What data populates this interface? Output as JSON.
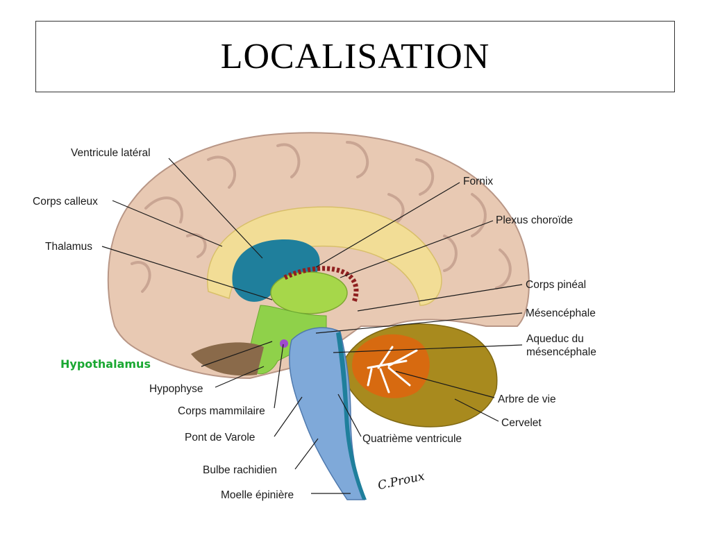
{
  "title": "LOCALISATION",
  "labels": {
    "ventricule_lateral": "Ventricule latéral",
    "corps_calleux": "Corps calleux",
    "thalamus": "Thalamus",
    "fornix": "Fornix",
    "plexus_choroide": "Plexus choroïde",
    "corps_pineal": "Corps pinéal",
    "mesencephale": "Mésencéphale",
    "aqueduc_line1": "Aqueduc du",
    "aqueduc_line2": "mésencéphale",
    "hypothalamus": "Hypothalamus",
    "hypophyse": "Hypophyse",
    "corps_mammilaire": "Corps mammilaire",
    "arbre_de_vie": "Arbre de vie",
    "cervelet": "Cervelet",
    "pont_de_varole": "Pont de Varole",
    "quatrieme_ventricule": "Quatrième ventricule",
    "bulbe_rachidien": "Bulbe rachidien",
    "moelle_epiniere": "Moelle épinière"
  },
  "signature": "C.Proux",
  "colors": {
    "cortex": "#e8c9b3",
    "corps_calleux": "#f2dd96",
    "ventricle": "#1f7f9c",
    "thalamus": "#a6d74a",
    "hypothalamus_region": "#8fd14a",
    "brainstem": "#7fa9d9",
    "cerebellum": "#a88a1e",
    "arbre_de_vie": "#d76a10",
    "plexus": "#8f2020",
    "hypothalamus_label": "#1aa832"
  }
}
